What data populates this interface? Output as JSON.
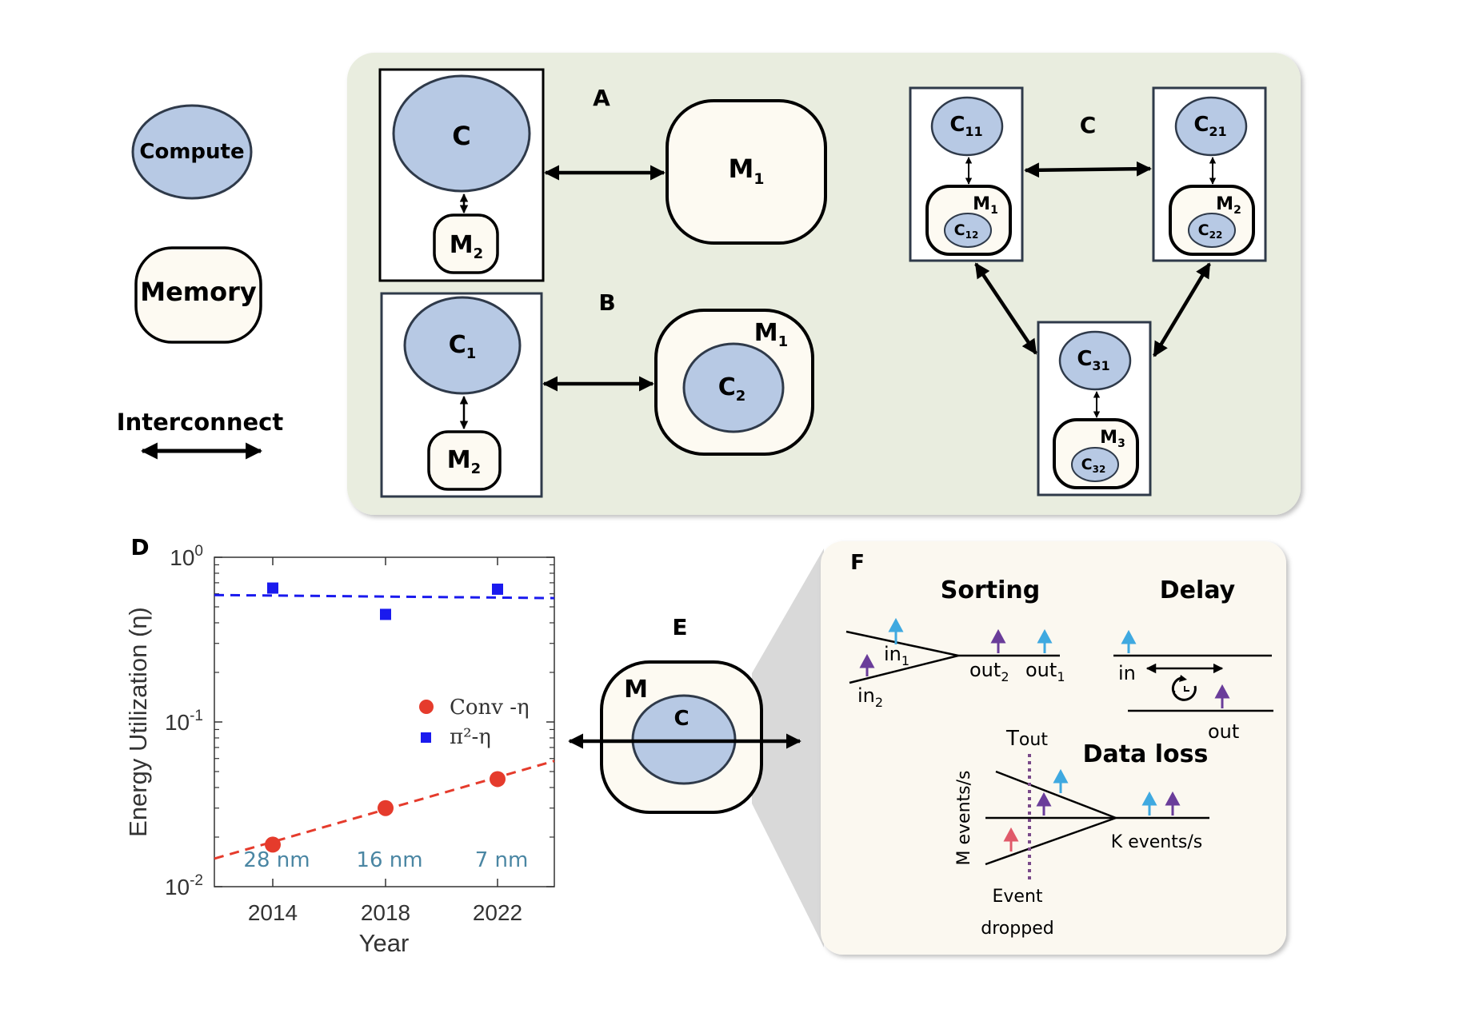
{
  "legend": {
    "compute": "Compute",
    "memory": "Memory",
    "interconnect": "Interconnect"
  },
  "panel_a": {
    "label": "A",
    "compute": "C",
    "local_memory": "M",
    "local_memory_sub": "2",
    "remote_memory": "M",
    "remote_memory_sub": "1"
  },
  "panel_b": {
    "label": "B",
    "compute": "C",
    "compute_sub": "1",
    "local_memory": "M",
    "local_memory_sub": "2",
    "remote_memory": "M",
    "remote_memory_sub": "1",
    "inner_compute": "C",
    "inner_compute_sub": "2"
  },
  "panel_c": {
    "label": "C",
    "nodes": [
      {
        "compute": "C",
        "compute_sub": "11",
        "memory": "M",
        "memory_sub": "1",
        "inner": "C",
        "inner_sub": "12"
      },
      {
        "compute": "C",
        "compute_sub": "21",
        "memory": "M",
        "memory_sub": "2",
        "inner": "C",
        "inner_sub": "22"
      },
      {
        "compute": "C",
        "compute_sub": "31",
        "memory": "M",
        "memory_sub": "3",
        "inner": "C",
        "inner_sub": "32"
      }
    ]
  },
  "panel_d": {
    "label": "D"
  },
  "panel_e": {
    "label": "E",
    "memory": "M",
    "compute": "C"
  },
  "panel_f": {
    "label": "F",
    "sorting": {
      "title": "Sorting",
      "in1": "in",
      "in1_sub": "1",
      "in2": "in",
      "in2_sub": "2",
      "out2": "out",
      "out2_sub": "2",
      "out1": "out",
      "out1_sub": "1"
    },
    "delay": {
      "title": "Delay",
      "in": "in",
      "out": "out"
    },
    "dataloss": {
      "title": "Data loss",
      "tout": "T",
      "tout_sub": "out",
      "m_rate": "M events/s",
      "k_rate": "K events/s",
      "event": "Event",
      "dropped": "dropped"
    }
  },
  "colors": {
    "compute_fill": "#b7c9e4",
    "memory_fill": "#fdfaf2",
    "panel_bg": "#e9eddf",
    "panel_f_bg": "#fbf8f0",
    "conv": "#e53b2c",
    "pi2": "#1a1aee",
    "blue_arrow": "#3fa9e0",
    "purple_arrow": "#6a3d9a",
    "red_arrow": "#e05a6a"
  },
  "chart_data": {
    "type": "scatter",
    "title": "",
    "xlabel": "Year",
    "ylabel": "Energy Utilization (η)",
    "yscale": "log",
    "ylim": [
      0.01,
      1
    ],
    "yticks": [
      {
        "base": "10",
        "exp": "0"
      },
      {
        "base": "10",
        "exp": "-1"
      },
      {
        "base": "10",
        "exp": "-2"
      }
    ],
    "categories": [
      "2014",
      "2018",
      "2022"
    ],
    "node_labels": [
      "28 nm",
      "16 nm",
      "7 nm"
    ],
    "series": [
      {
        "name": "Conv -η",
        "values": [
          0.018,
          0.03,
          0.045
        ],
        "marker": "circle",
        "color": "#e53b2c",
        "trend": [
          0.0148,
          0.058
        ]
      },
      {
        "name": "π²-η",
        "values": [
          0.65,
          0.45,
          0.64
        ],
        "marker": "square",
        "color": "#1a1aee",
        "trend": [
          0.59,
          0.565
        ]
      }
    ],
    "legend_position": "center-right"
  }
}
